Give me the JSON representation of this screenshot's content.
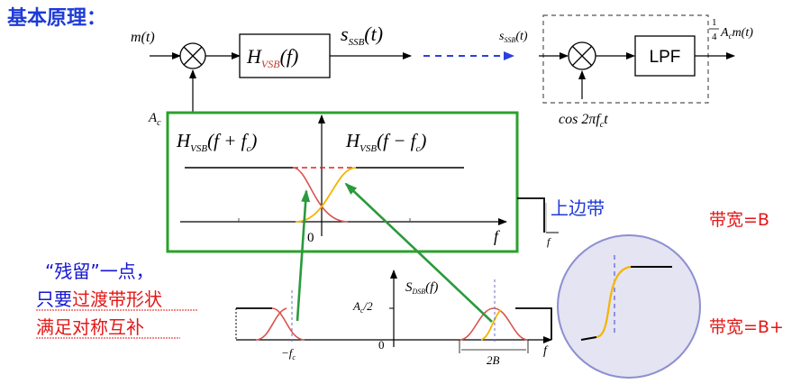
{
  "title": "基本原理：",
  "mod": {
    "input": "m(t)",
    "carrier": "A",
    "carrier_sub": "c",
    "filter": "H",
    "filter_sub": "VSB",
    "filter_arg": "(f)",
    "output": "s",
    "output_sub": "SSB",
    "output_arg": "(t)"
  },
  "demod": {
    "input": "s",
    "input_sub": "SSB",
    "input_arg": "(t)",
    "lpf": "LPF",
    "frac_num": "1",
    "frac_den": "4",
    "out_a": "A",
    "out_sub": "c",
    "out_m": "m(t)",
    "osc": "cos 2πf",
    "osc_sub": "c",
    "osc_t": "t"
  },
  "inset": {
    "left_H": "H",
    "left_sub": "VSB",
    "left_arg": "(f + f",
    "left_arg_sub": "c",
    "left_close": ")",
    "right_H": "H",
    "right_sub": "VSB",
    "right_arg": "(f − f",
    "right_arg_sub": "c",
    "right_close": ")",
    "zero": "0",
    "f": "f"
  },
  "upper_sideband": "上边带",
  "small_f": "f",
  "bandwidth_B": "带宽=B",
  "bandwidth_Bplus": "带宽=B+",
  "note": {
    "line1": "“残留”一点，",
    "line2_a": "只要",
    "line2_b": "过渡带形状",
    "line3": "满足对称互补"
  },
  "spectrum": {
    "label": "S",
    "label_sub": "DSB",
    "label_arg": "(f)",
    "level": "A",
    "level_sub": "c",
    "level_den": "/2",
    "neg_fc": "−f",
    "neg_fc_sub": "c",
    "zero": "0",
    "bw": "2B",
    "f": "f"
  },
  "colors": {
    "title": "#1f3bd6",
    "arrow_dash": "#2b3fe0",
    "inset_border": "#2ca02c",
    "curve_red": "#d9534f",
    "curve_yellow": "#f5b400",
    "dashed_red": "#e02020",
    "green_arrow": "#2a9a3c",
    "red_text": "#e31818",
    "note_blue": "#1515d0",
    "sideband_blue": "#1f3bd6",
    "circle_fill": "#e4e4f2",
    "circle_border": "#8d8fd0"
  }
}
